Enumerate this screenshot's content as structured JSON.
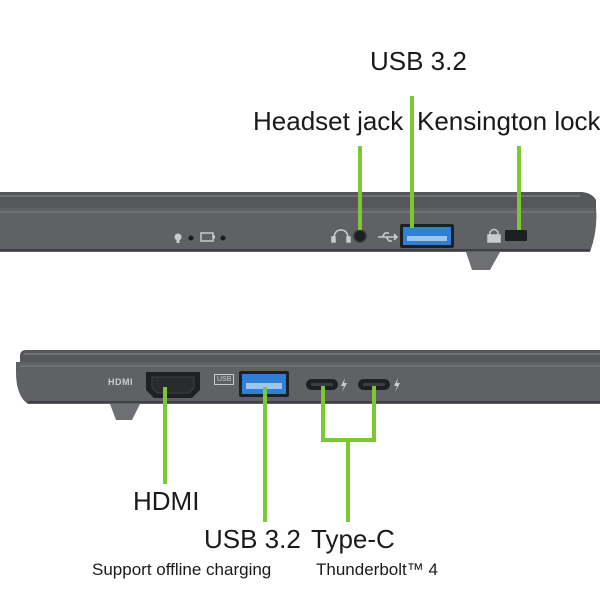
{
  "labels": {
    "usb_top": "USB 3.2",
    "headset": "Headset jack",
    "kensington": "Kensington lock",
    "hdmi": "HDMI",
    "usb_bottom": "USB 3.2",
    "usb_bottom_note": "Support offline charging",
    "typec": "Type-C",
    "typec_note": "Thunderbolt™ 4"
  },
  "port_markings": {
    "hdmi_logo": "HDMI",
    "usb_logo": "USB"
  },
  "colors": {
    "callout_green": "#7cc832",
    "chassis": "#5e6064",
    "chassis_dark": "#45474b",
    "usb_blue": "#2f7fd6"
  },
  "icons": {
    "led_power": "lightbulb-icon",
    "led_battery": "battery-charging-icon",
    "headset_symbol": "headset-icon",
    "usb_symbol": "usb-trident-icon",
    "lock_symbol": "padlock-icon",
    "lightning": "lightning-icon"
  }
}
